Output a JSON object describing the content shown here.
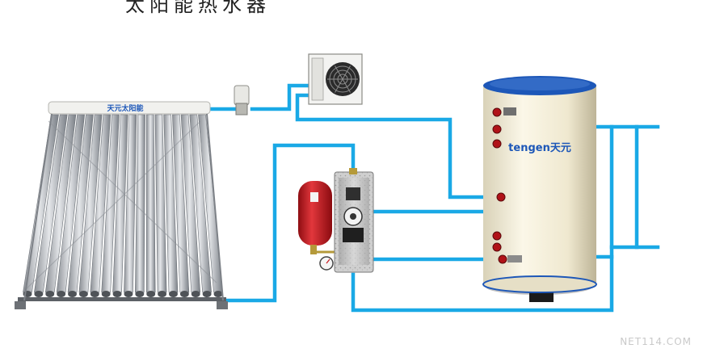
{
  "diagram": {
    "title": "太阳能热水器",
    "tank_brand": "tengen天元",
    "panel_brand": "天元太阳能",
    "watermark": "NET114.COM"
  },
  "colors": {
    "pipe": "#1aa9e6",
    "tank_body": "#f4eed9",
    "tank_cap": "#1d57b8",
    "expansion_tank": "#c8181f",
    "pump_station": "#c9c9c9"
  },
  "icons": [
    "solar-collector-icon",
    "storage-tank-icon",
    "pump-station-icon",
    "expansion-tank-icon",
    "outdoor-unit-icon",
    "valve-icon",
    "pressure-gauge-icon"
  ]
}
